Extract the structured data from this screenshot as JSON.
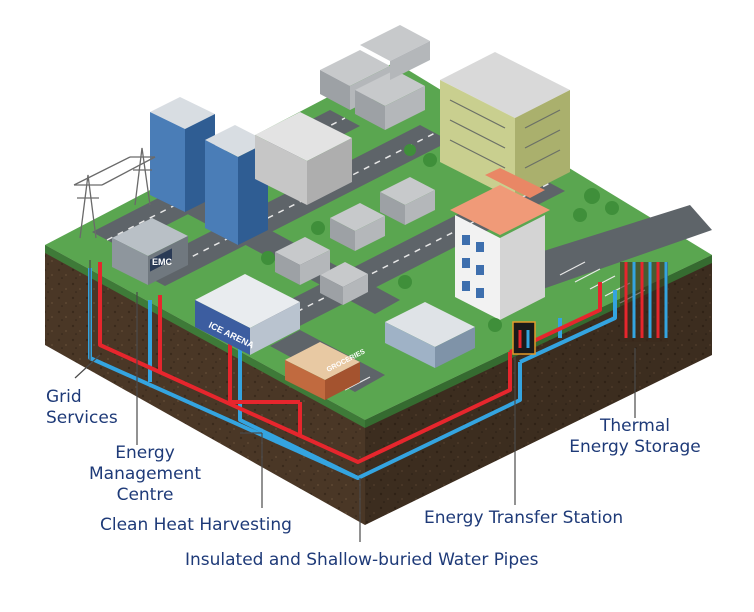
{
  "colors": {
    "label_text": "#1e3a78",
    "hot_pipe": "#e6262d",
    "cold_pipe": "#34a4e0",
    "soil": "#4a3726",
    "grass": "#5aa650",
    "road": "#5e6469",
    "leader_line": "#4a4a4a"
  },
  "signs": {
    "emc": "EMC",
    "ice_arena": "ICE ARENA",
    "groceries": "GROCERIES"
  },
  "labels": {
    "grid_services": [
      "Grid",
      "Services"
    ],
    "energy_management_centre": [
      "Energy",
      "Management",
      "Centre"
    ],
    "clean_heat_harvesting": "Clean Heat Harvesting",
    "water_pipes": "Insulated and Shallow-buried Water Pipes",
    "energy_transfer_station": "Energy Transfer Station",
    "thermal_energy_storage": [
      "Thermal",
      "Energy Storage"
    ]
  }
}
